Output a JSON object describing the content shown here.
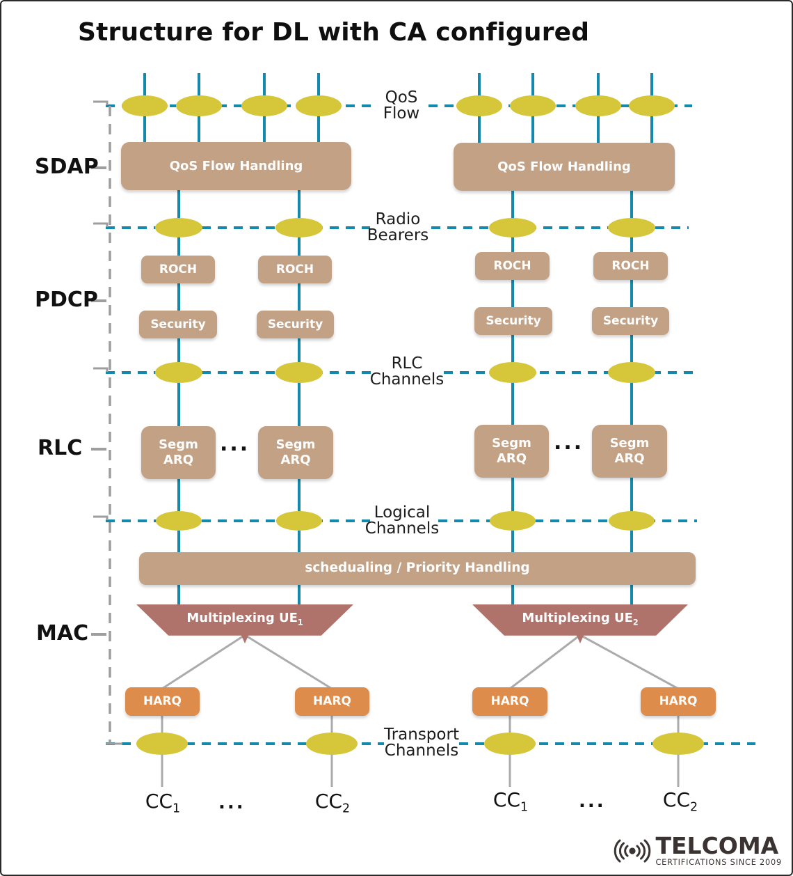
{
  "title": "Structure for DL with CA configured",
  "layers": [
    "SDAP",
    "PDCP",
    "RLC",
    "MAC"
  ],
  "channel_labels": [
    {
      "line1": "QoS",
      "line2": "Flow"
    },
    {
      "line1": "Radio",
      "line2": "Bearers"
    },
    {
      "line1": "RLC",
      "line2": "Channels"
    },
    {
      "line1": "Logical",
      "line2": "Channels"
    },
    {
      "line1": "Transport",
      "line2": "Channels"
    }
  ],
  "boxes": {
    "qos_flow_handling": "QoS Flow Handling",
    "roch": "ROCH",
    "security": "Security",
    "segm_line1": "Segm",
    "segm_line2": "ARQ",
    "scheduling": "schedualing / Priority Handling",
    "multiplexing_base": "Multiplexing UE",
    "mux1_sub": "1",
    "mux2_sub": "2",
    "harq": "HARQ"
  },
  "bottom": {
    "cc_base": "CC",
    "cc1_sub": "1",
    "cc2_sub": "2"
  },
  "dots": "...",
  "logo": {
    "name": "TELCOMA",
    "tagline": "CERTIFICATIONS SINCE 2009"
  },
  "colors": {
    "tan_box": "#C3A184",
    "rose_trapezoid": "#AF736B",
    "harq_orange": "#DD8C4B",
    "ellipse_yellow": "#D6C63A",
    "line_teal": "#1589AB",
    "line_gray": "#ABABAB",
    "dashed_gray": "#9E9E9E"
  }
}
